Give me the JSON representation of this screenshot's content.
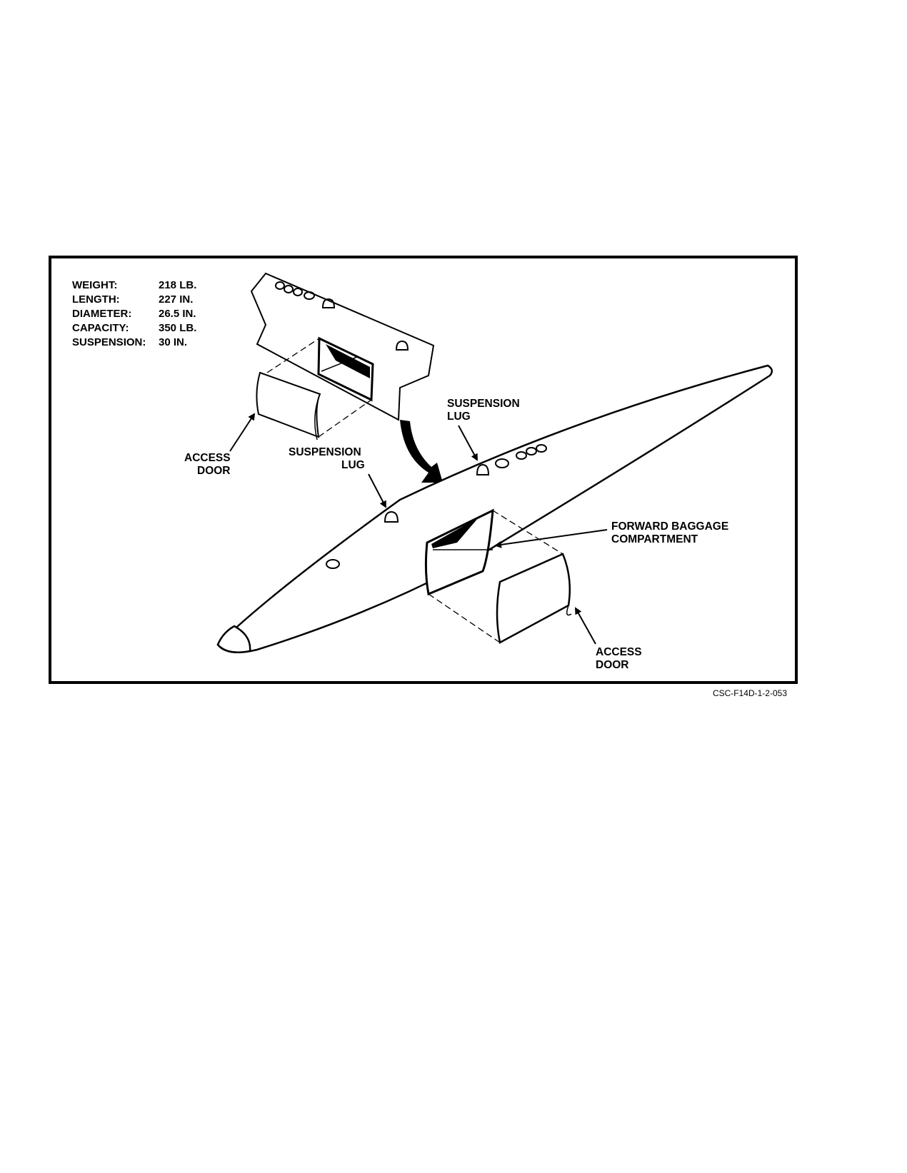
{
  "specs": [
    {
      "label": "WEIGHT:",
      "value": "218 LB."
    },
    {
      "label": "LENGTH:",
      "value": "227 IN."
    },
    {
      "label": "DIAMETER:",
      "value": "26.5 IN."
    },
    {
      "label": "CAPACITY:",
      "value": "350 LB."
    },
    {
      "label": "SUSPENSION:",
      "value": "30 IN."
    }
  ],
  "callouts": {
    "access_door_left": [
      "ACCESS",
      "DOOR"
    ],
    "suspension_lug_left": [
      "SUSPENSION",
      "LUG"
    ],
    "suspension_lug_right": [
      "SUSPENSION",
      "LUG"
    ],
    "forward_baggage": [
      "FORWARD BAGGAGE",
      "COMPARTMENT"
    ],
    "access_door_right": [
      "ACCESS",
      "DOOR"
    ]
  },
  "figure_id": "CSC-F14D-1-2-053"
}
